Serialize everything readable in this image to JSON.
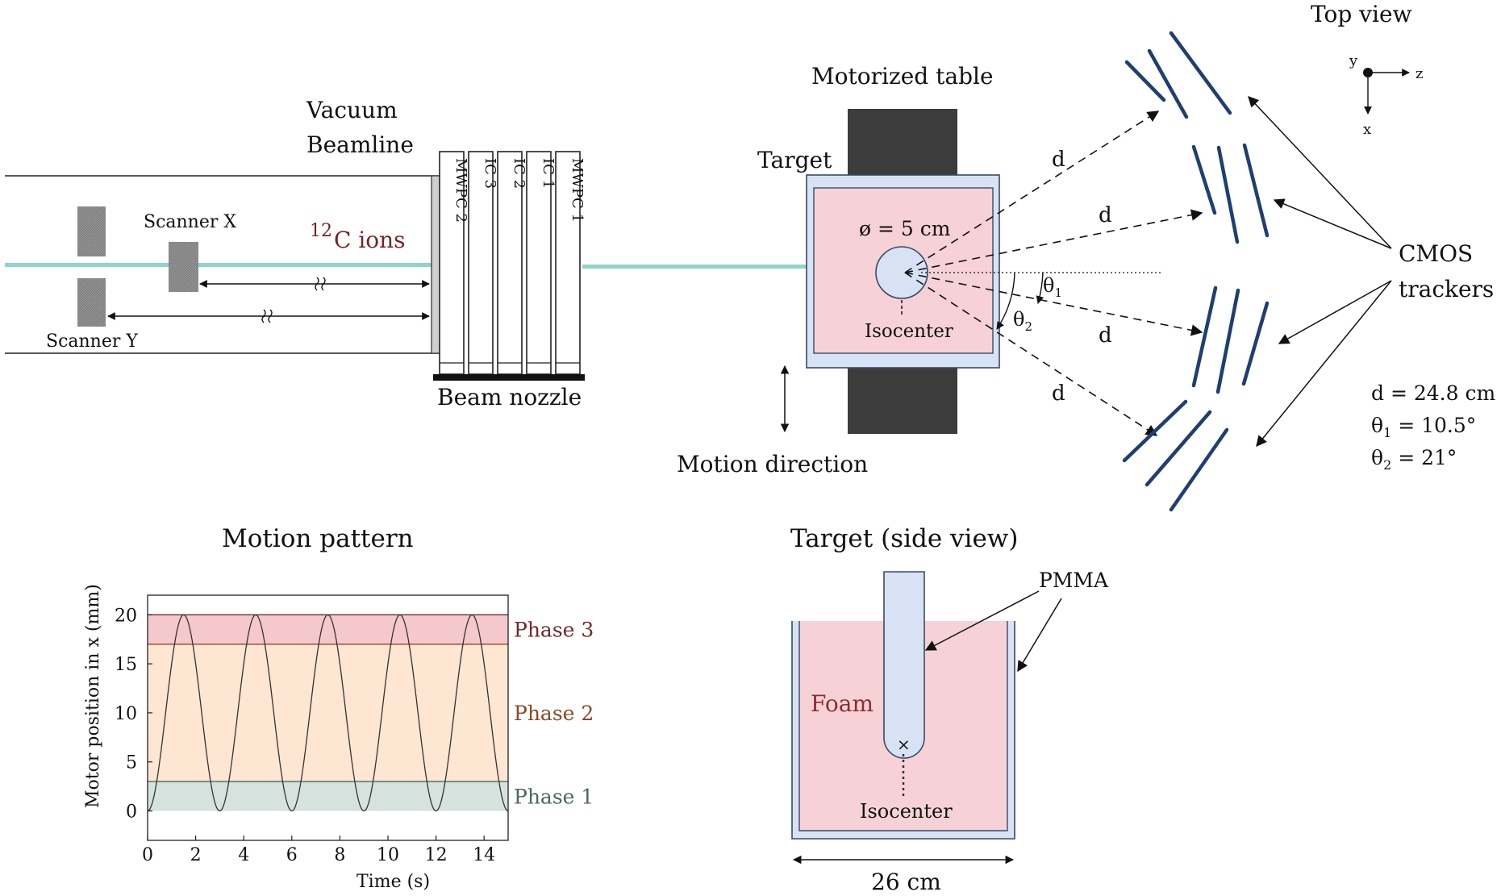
{
  "colors": {
    "beam": "#8fd4cc",
    "target_fill": "#f6d2d6",
    "pmma_fill": "#d7e3f5",
    "pmma_stroke": "#3a4a66",
    "table_block": "#3c3c3c",
    "scanner_block": "#808080",
    "cmos": "#1f3f72",
    "phase3_band": "#f4c8cc",
    "phase2_band": "#fde6d2",
    "phase1_band": "#d5e2dd",
    "ion_label": "#7a1f24"
  },
  "beamline": {
    "vacuum_label_1": "Vacuum",
    "vacuum_label_2": "Beamline",
    "scanner_x": "Scanner X",
    "scanner_y": "Scanner Y",
    "ion_mass": "12",
    "ion_label": "C ions",
    "detectors": [
      "MWPC 2",
      "IC 3",
      "IC 2",
      "IC 1",
      "MWPC 1"
    ],
    "nozzle_label": "Beam nozzle"
  },
  "table": {
    "title": "Motorized table",
    "target_label": "Target",
    "diameter_label": "ø = 5 cm",
    "isocenter_label": "Isocenter",
    "motion_label": "Motion direction"
  },
  "trackers": {
    "title": "Top view",
    "axis_y": "y",
    "axis_z": "z",
    "axis_x": "x",
    "distance_symbol": "d",
    "theta1_symbol": "θ",
    "theta1_sub": "1",
    "theta2_symbol": "θ",
    "theta2_sub": "2",
    "cmos_label_1": "CMOS",
    "cmos_label_2": "trackers",
    "param_d": "d = 24.8 cm",
    "param_theta1_a": "θ",
    "param_theta1_sub": "1",
    "param_theta1_b": " = 10.5°",
    "param_theta2_a": "θ",
    "param_theta2_sub": "2",
    "param_theta2_b": " = 21°"
  },
  "side_view": {
    "title": "Target (side view)",
    "pmma_label": "PMMA",
    "foam_label": "Foam",
    "isocenter_label": "Isocenter",
    "width_label": "26 cm"
  },
  "chart_data": {
    "type": "line",
    "title": "Motion pattern",
    "xlabel": "Time (s)",
    "ylabel": "Motor position in x (mm)",
    "xlim": [
      0,
      15
    ],
    "ylim": [
      -3,
      22
    ],
    "xticks": [
      0,
      2,
      4,
      6,
      8,
      10,
      12,
      14
    ],
    "yticks": [
      0,
      5,
      10,
      15,
      20
    ],
    "period_s": 3,
    "peak_times_s": [
      1.5,
      4.5,
      7.5,
      10.5,
      13.5
    ],
    "amplitude_mm": 20,
    "phases": [
      {
        "name": "Phase 3",
        "from": 17,
        "to": 20
      },
      {
        "name": "Phase 2",
        "from": 3,
        "to": 17
      },
      {
        "name": "Phase 1",
        "from": 0,
        "to": 3
      }
    ]
  }
}
